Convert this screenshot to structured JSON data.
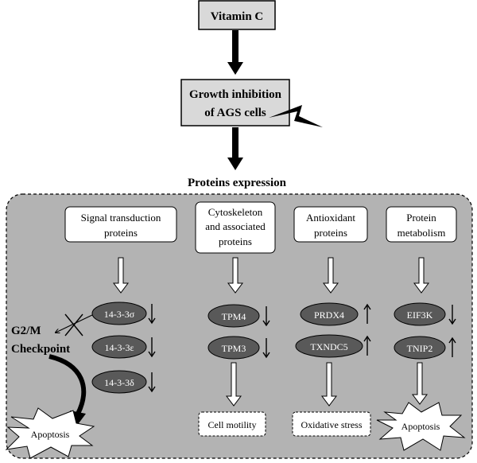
{
  "top": {
    "vitamin_c": "Vitamin C",
    "growth_line1": "Growth inhibition",
    "growth_line2": "of AGS cells",
    "proteins_expression": "Proteins expression"
  },
  "categories": {
    "signal": {
      "line1": "Signal transduction",
      "line2": "proteins"
    },
    "cytoskeleton": {
      "line1": "Cytoskeleton",
      "line2": "and associated",
      "line3": "proteins"
    },
    "antioxidant": {
      "line1": "Antioxidant",
      "line2": "proteins"
    },
    "metabolism": {
      "line1": "Protein",
      "line2": "metabolism"
    }
  },
  "proteins": {
    "p1433s": "14-3-3σ",
    "p1433e": "14-3-3ε",
    "p1433d": "14-3-3δ",
    "tpm4": "TPM4",
    "tpm3": "TPM3",
    "prdx4": "PRDX4",
    "txndc5": "TXNDC5",
    "eif3k": "EIF3K",
    "tnip2": "TNIP2"
  },
  "regulation": {
    "p1433s": "down",
    "p1433e": "down",
    "p1433d": "down",
    "tpm4": "down",
    "tpm3": "down",
    "prdx4": "up",
    "txndc5": "up",
    "eif3k": "down",
    "tnip2": "up"
  },
  "outcomes": {
    "g2m_line1": "G2/M",
    "g2m_line2": "Checkpoint",
    "apoptosis_left": "Apoptosis",
    "cell_motility": "Cell motility",
    "oxidative_stress": "Oxidative stress",
    "apoptosis_right": "Apoptosis"
  },
  "colors": {
    "panel_fill": "#b3b3b3",
    "box_fill": "#d9d9d9",
    "ellipse_fill": "#595959",
    "ellipse_text": "#ffffff",
    "line": "#000000"
  }
}
